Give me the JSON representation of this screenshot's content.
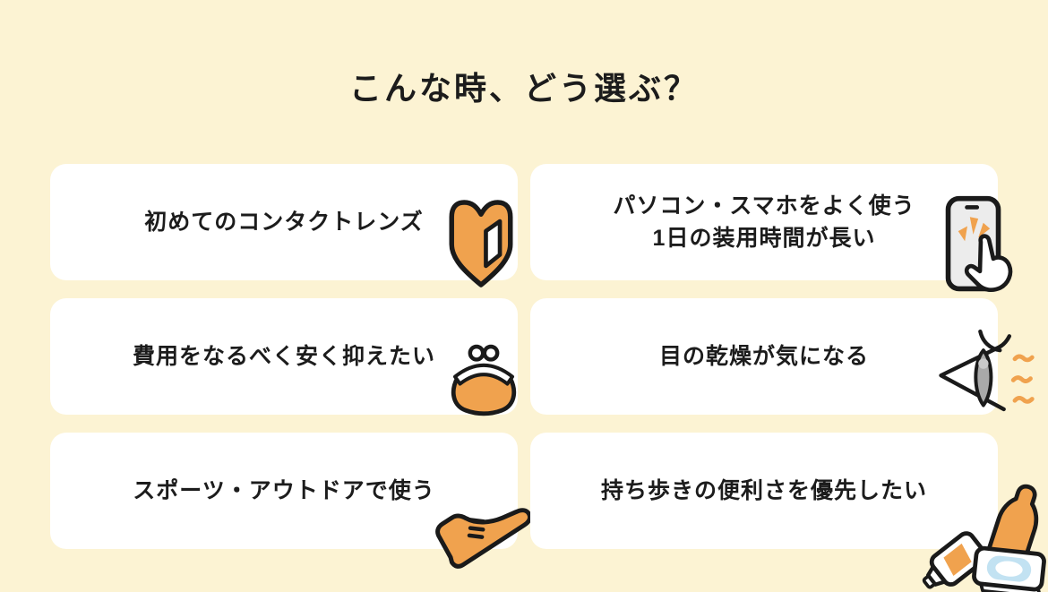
{
  "page": {
    "title": "こんな時、どう選ぶ？"
  },
  "colors": {
    "background": "#FCF3D3",
    "card": "#FFFFFF",
    "accent_orange": "#F0A24E",
    "outline_black": "#1A1A1A",
    "phone_screen_gray": "#ECECEC",
    "eye_gray": "#A9A9A9",
    "lens_case_blue": "#C2E2F2"
  },
  "cards": [
    {
      "label": "初めてのコンタクトレンズ",
      "icon": "beginner-mark-icon"
    },
    {
      "label": "パソコン・スマホをよく使う",
      "label2": "1日の装用時間が長い",
      "icon": "smartphone-tap-icon"
    },
    {
      "label": "費用をなるべく安く抑えたい",
      "icon": "coin-purse-icon"
    },
    {
      "label": "目の乾燥が気になる",
      "icon": "dry-eye-icon"
    },
    {
      "label": "スポーツ・アウトドアで使う",
      "icon": "sneaker-icon"
    },
    {
      "label": "持ち歩きの便利さを優先したい",
      "icon": "travel-kit-icon"
    }
  ]
}
